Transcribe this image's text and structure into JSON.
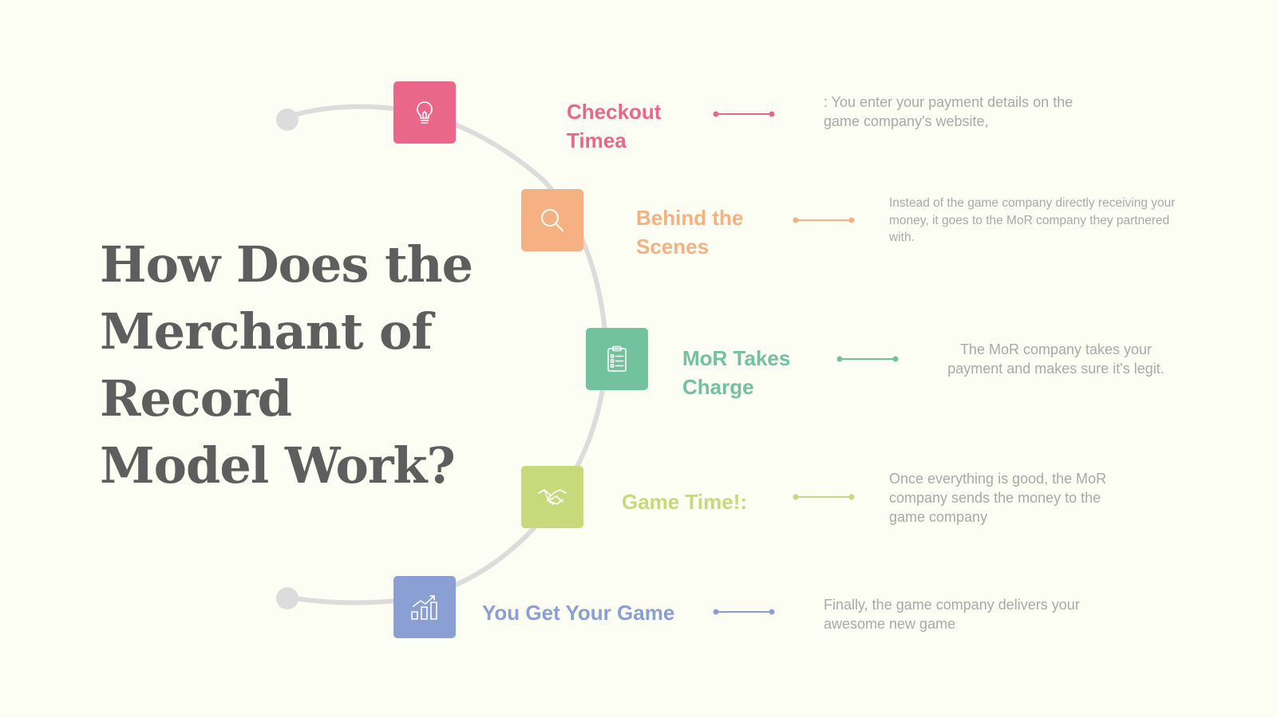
{
  "title": "How Does the Merchant of Record Model Work?",
  "steps": [
    {
      "title": "Checkout Timea",
      "description": ": You enter your payment details on the game company's website,",
      "color": "#e9688a",
      "icon": "lightbulb-icon"
    },
    {
      "title": "Behind the Scenes",
      "description": "Instead of the game company directly receiving your money, it goes to the MoR company they partnered with.",
      "color": "#f6b183",
      "icon": "search-icon"
    },
    {
      "title": "MoR Takes Charge",
      "description": "The MoR company takes your payment and makes sure it's legit.",
      "color": "#72c29e",
      "icon": "clipboard-list-icon"
    },
    {
      "title": "Game Time!:",
      "description": "Once everything is good, the MoR company sends the money to the game company",
      "color": "#c7d97a",
      "icon": "handshake-icon"
    },
    {
      "title": "You Get Your Game",
      "description": "Finally, the game company delivers your awesome new game",
      "color": "#8a9fd4",
      "icon": "bar-chart-growth-icon"
    }
  ],
  "arc_color": "#dcdcdc"
}
